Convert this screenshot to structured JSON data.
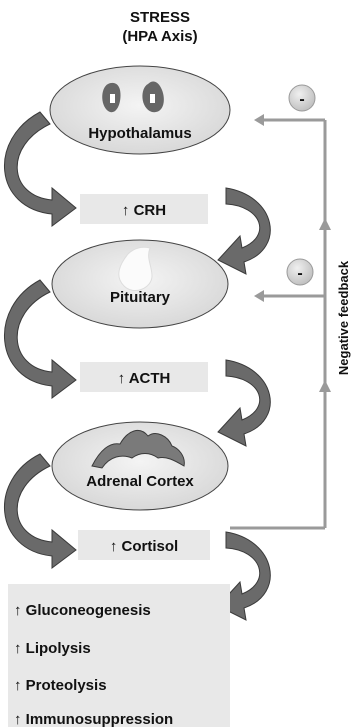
{
  "title": {
    "line1": "STRESS",
    "line2": "(HPA Axis)"
  },
  "organs": {
    "hypothalamus": "Hypothalamus",
    "pituitary": "Pituitary",
    "adrenal": "Adrenal Cortex"
  },
  "hormones": {
    "crh": "↑ CRH",
    "acth": "↑ ACTH",
    "cortisol": "↑ Cortisol"
  },
  "effects": [
    "↑ Gluconeogenesis",
    "↑ Lipolysis",
    "↑ Proteolysis",
    "↑ Immunosuppression"
  ],
  "feedback": {
    "label": "Negative feedback",
    "sign_top": "-",
    "sign_mid": "-"
  },
  "colors": {
    "ellipse_fill": "#e4e4e4",
    "box_fill": "#e8e8e8",
    "arrow_fill": "#6a6a6a",
    "line": "#9a9a9a"
  }
}
